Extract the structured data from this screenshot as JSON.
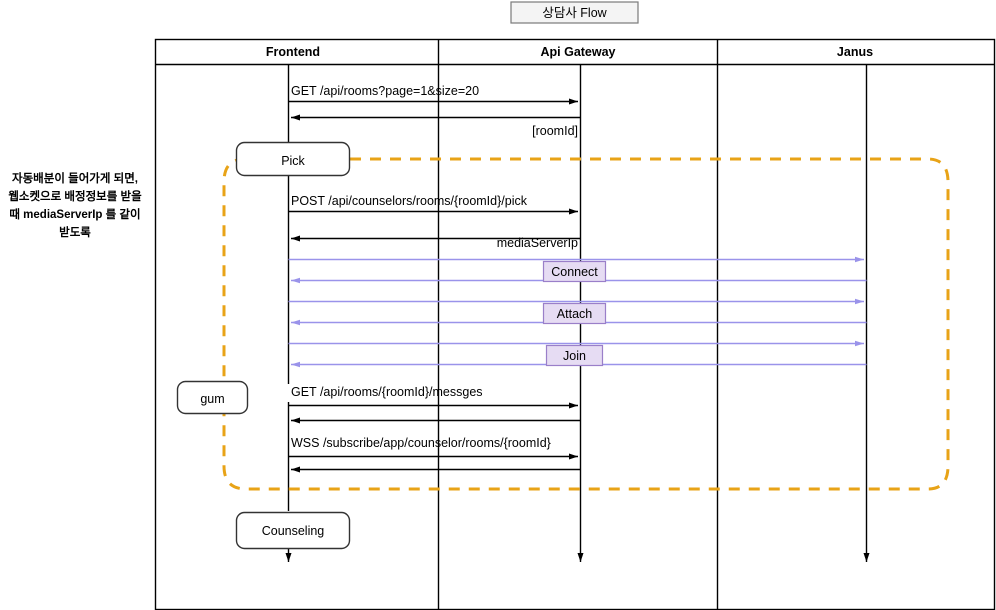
{
  "diagram": {
    "title": "상담사 Flow",
    "lanes": [
      {
        "label": "Frontend"
      },
      {
        "label": "Api Gateway"
      },
      {
        "label": "Janus"
      }
    ],
    "note": {
      "lines": [
        "자동배분이 들어가게 되면,",
        "웹소켓으로 배정정보를 받을",
        "때 mediaServerIp 를 같이",
        "받도록"
      ]
    },
    "messages": [
      {
        "label": "GET /api/rooms?page=1&size=20",
        "from": "Frontend",
        "to": "Api Gateway",
        "direction": "right",
        "style": "solid-black"
      },
      {
        "label": "[roomId]",
        "from": "Api Gateway",
        "to": "Frontend",
        "direction": "left",
        "style": "solid-black"
      },
      {
        "label": "POST /api/counselors/rooms/{roomId}/pick",
        "from": "Frontend",
        "to": "Api Gateway",
        "direction": "right",
        "style": "solid-black"
      },
      {
        "label": "mediaServerIp",
        "from": "Api Gateway",
        "to": "Frontend",
        "direction": "left",
        "style": "solid-black"
      },
      {
        "label": "Connect",
        "from": "Frontend",
        "to": "Janus",
        "direction": "right",
        "style": "solid-purple"
      },
      {
        "label": "",
        "from": "Janus",
        "to": "Frontend",
        "direction": "left",
        "style": "solid-purple"
      },
      {
        "label": "Attach",
        "from": "Frontend",
        "to": "Janus",
        "direction": "right",
        "style": "solid-purple"
      },
      {
        "label": "",
        "from": "Janus",
        "to": "Frontend",
        "direction": "left",
        "style": "solid-purple"
      },
      {
        "label": "Join",
        "from": "Frontend",
        "to": "Janus",
        "direction": "right",
        "style": "solid-purple"
      },
      {
        "label": "",
        "from": "Janus",
        "to": "Frontend",
        "direction": "left",
        "style": "solid-purple"
      },
      {
        "label": "GET /api/rooms/{roomId}/messges",
        "from": "Frontend",
        "to": "Api Gateway",
        "direction": "right",
        "style": "solid-black"
      },
      {
        "label": "",
        "from": "Api Gateway",
        "to": "Frontend",
        "direction": "left",
        "style": "solid-black"
      },
      {
        "label": "WSS /subscribe/app/counselor/rooms/{roomId}",
        "from": "Frontend",
        "to": "Api Gateway",
        "direction": "right",
        "style": "solid-black"
      },
      {
        "label": "",
        "from": "Api Gateway",
        "to": "Frontend",
        "direction": "left",
        "style": "solid-black"
      }
    ],
    "activity_boxes": [
      {
        "label": "Pick"
      },
      {
        "label": "gum"
      },
      {
        "label": "Counseling"
      }
    ],
    "message_boxes": [
      {
        "label": "Connect"
      },
      {
        "label": "Attach"
      },
      {
        "label": "Join"
      }
    ],
    "colors": {
      "frame_border": "#000000",
      "title_fill": "#f5f5f5",
      "title_border": "#808080",
      "loop_dashed": "#e8a317",
      "purple_arrow": "#9a93ea",
      "purple_box_fill": "#e6dcf3",
      "purple_box_border": "#9a7fc9",
      "text": "#000000"
    }
  }
}
